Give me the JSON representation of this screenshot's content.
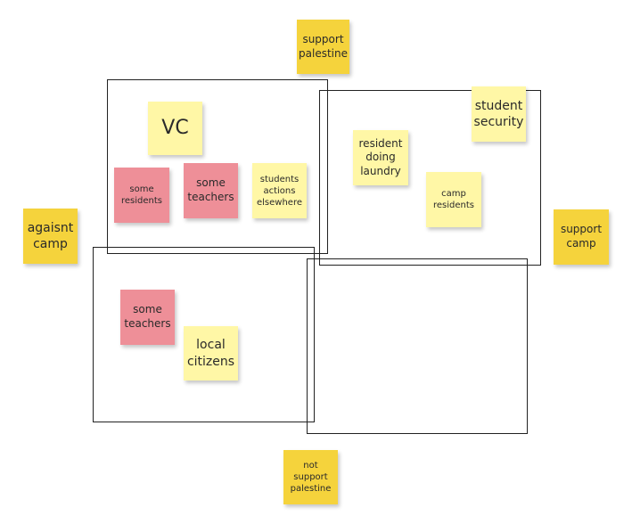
{
  "board": {
    "colors": {
      "gold": "#f5d33c",
      "pale_yellow": "#fff7a6",
      "pink": "#ee8f98",
      "frame": "#222222"
    },
    "axes": {
      "top": "support\npalestine",
      "bottom": "not\nsupport\npalestine",
      "left": "agaisnt\ncamp",
      "right": "support\ncamp"
    },
    "quadrant_top_left": {
      "vc": "VC",
      "some_residents": "some\nresidents",
      "some_teachers": "some\nteachers",
      "students_actions": "students\nactions\nelsewhere"
    },
    "quadrant_top_right": {
      "student_security": "student\nsecurity",
      "resident_laundry": "resident\ndoing\nlaundry",
      "camp_residents": "camp\nresidents"
    },
    "quadrant_bottom_left": {
      "some_teachers": "some\nteachers",
      "local_citizens": "local\ncitizens"
    }
  }
}
